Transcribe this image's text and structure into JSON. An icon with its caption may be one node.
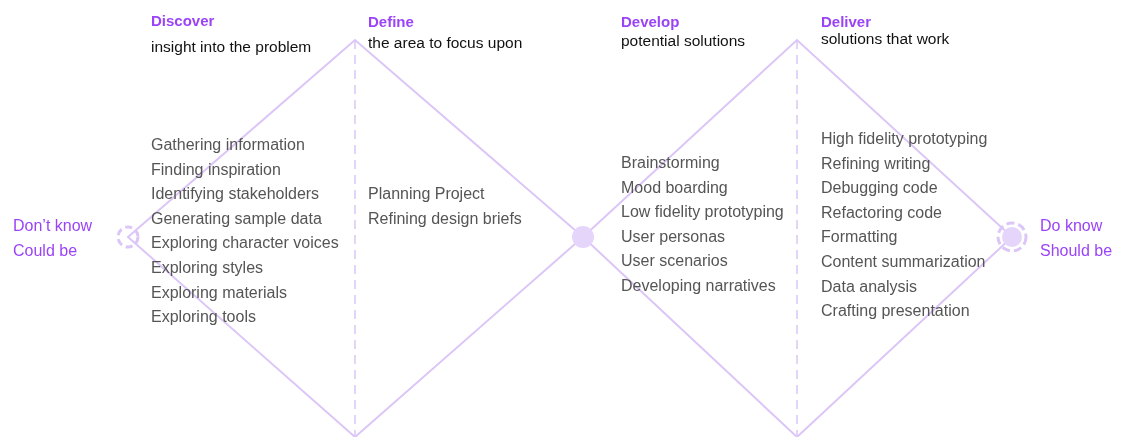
{
  "diagram": {
    "nodes": [
      {
        "text": [
          "Discover",
          "insight into the problem",
          "Gathering information",
          "Finding inspiration",
          "Identifying stakeholders",
          "Generating sample data",
          "Exploring character voices",
          "Exploring styles",
          "Exploring materials",
          "Exploring tools"
        ]
      },
      {
        "text": [
          "Define",
          "the area to focus upon",
          "Planning Project",
          "Refining design briefs"
        ]
      },
      {
        "text": [
          "Develop",
          "potential solutions",
          "Brainstorming",
          "Mood boarding",
          "Low fidelity prototyping",
          "User personas",
          "User scenarios",
          "Developing narratives"
        ]
      },
      {
        "text": [
          "Deliver",
          "solutions that work",
          "High fidelity prototyping",
          "Refining writing",
          "Debugging code",
          "Refactoring code",
          "Formatting",
          "Content summarization",
          "Data analysis",
          "Crafting presentation"
        ]
      },
      {
        "text": [],
        "shape": "circle",
        "beside": [
          "Don’t know",
          "Could be"
        ]
      },
      {
        "text": [],
        "shape": "circle"
      },
      {
        "text": [],
        "shape": "circle",
        "beside": [
          "Do know",
          "Should be"
        ]
      }
    ]
  }
}
